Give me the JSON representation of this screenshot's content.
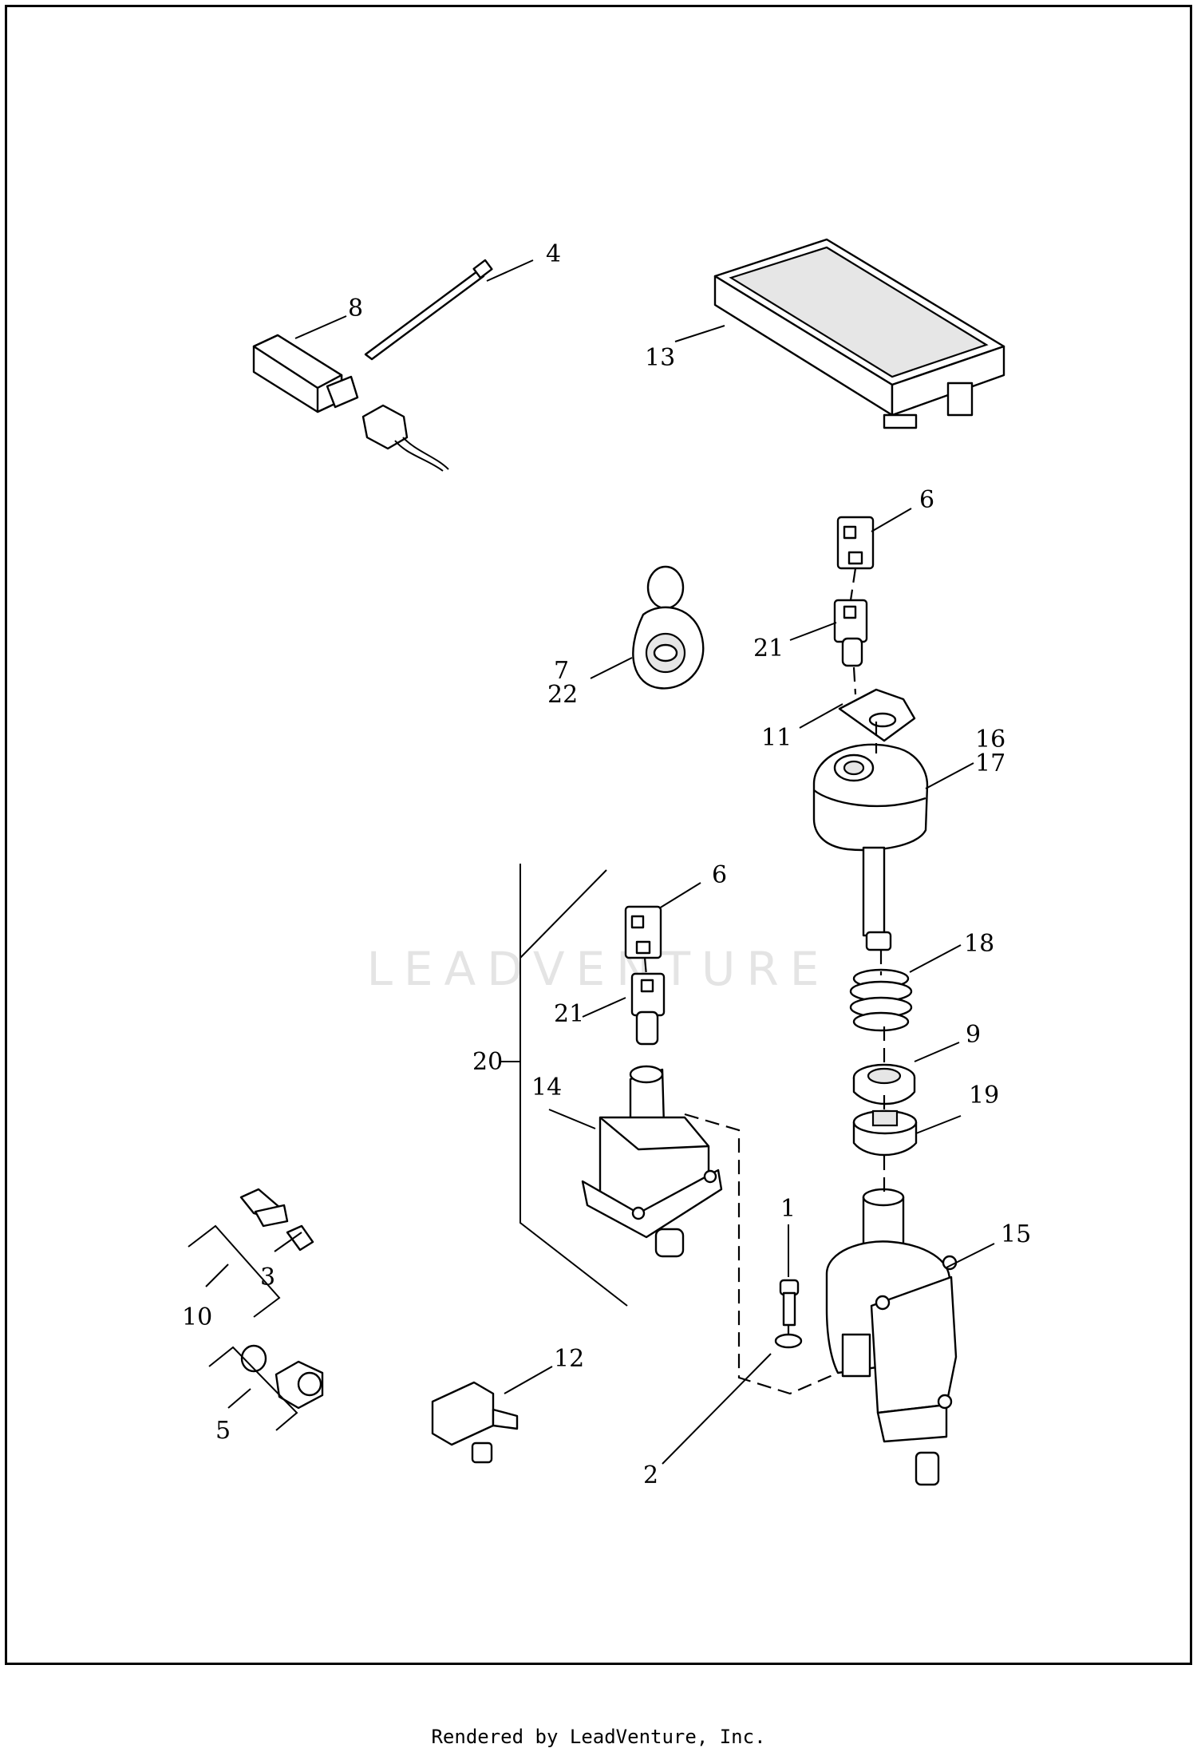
{
  "diagram": {
    "callouts": {
      "c1": "1",
      "c2": "2",
      "c3": "3",
      "c4": "4",
      "c5": "5",
      "c6a": "6",
      "c6b": "6",
      "c7": "7",
      "c8": "8",
      "c9": "9",
      "c10": "10",
      "c11": "11",
      "c12": "12",
      "c13": "13",
      "c14": "14",
      "c15": "15",
      "c16": "16",
      "c17": "17",
      "c18": "18",
      "c19": "19",
      "c20": "20",
      "c21a": "21",
      "c21b": "21",
      "c22": "22"
    }
  },
  "watermark": {
    "text": "LEADVENTURE"
  },
  "footer": {
    "text": "Rendered by LeadVenture, Inc."
  }
}
